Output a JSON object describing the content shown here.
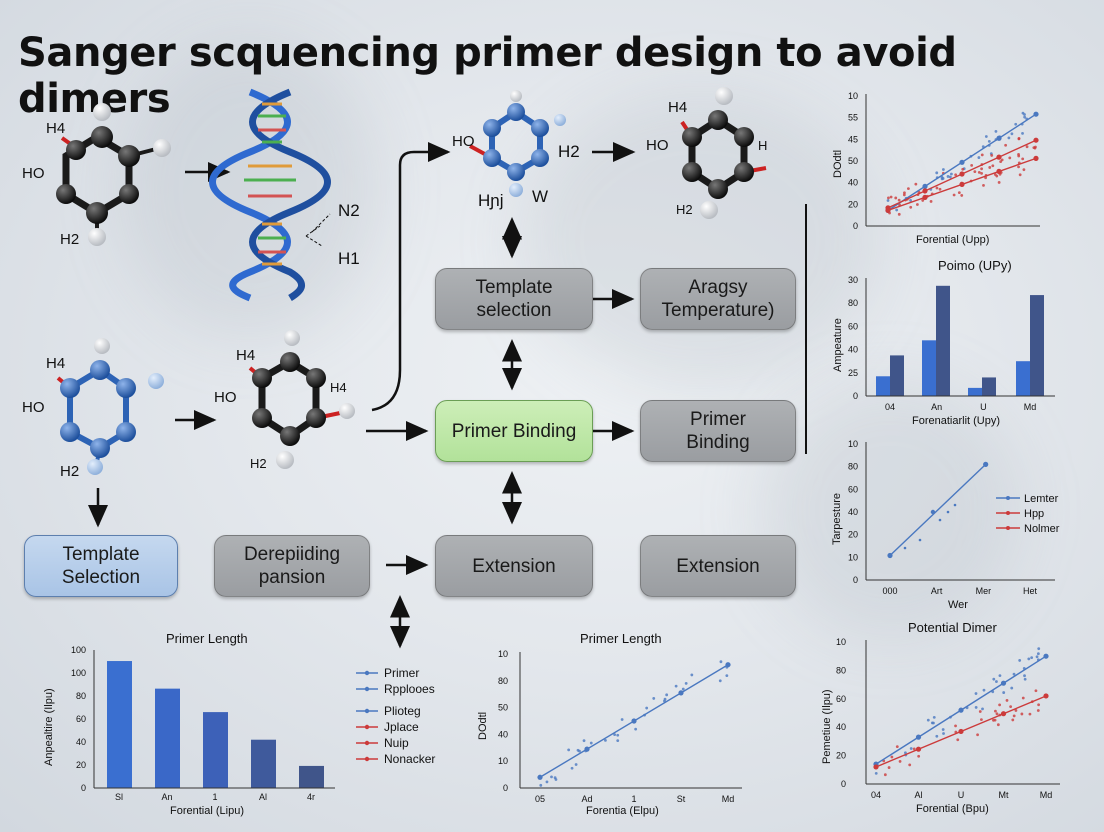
{
  "title": "Sanger scquencing primer design to avoid dimers",
  "colors": {
    "blue_series": "#4a78c0",
    "red_series": "#cc3b3b",
    "bar_blue": "#3a6fd0",
    "bar_navy": "#40558a",
    "box_gray": "#a4a7ab",
    "box_blue": "#b7cdea",
    "box_green": "#bfe8a6",
    "atom_black": "#1a1a1a",
    "atom_blue": "#2d63b5",
    "atom_white": "#f2f2f2",
    "bond_red": "#cc2222"
  },
  "molecules": {
    "m1": {
      "labels": [
        "H4",
        "HO",
        "H2"
      ]
    },
    "dna": {
      "labels": [
        "N2",
        "H1"
      ]
    },
    "m3": {
      "labels": [
        "HO",
        "H2",
        "Hɲj",
        "W"
      ]
    },
    "m4": {
      "labels": [
        "H4",
        "HO",
        "H",
        "H2"
      ]
    },
    "m5": {
      "labels": [
        "H4",
        "HO",
        "H2"
      ]
    },
    "m6": {
      "labels": [
        "H4",
        "HO",
        "H4",
        "H2"
      ]
    }
  },
  "boxes": {
    "template_selection_mid": "Template\nselection",
    "agagsy_temp": "Aragsy\nTemperature)",
    "primer_binding_green": "Primer Binding",
    "primer_binding_gray": "Primer\nBinding",
    "template_selection_left": "Template\nSelection",
    "depiiding_pansion": "Derepiiding\npansion",
    "extension_mid": "Extension",
    "extension_right": "Extension"
  },
  "chart_data": [
    {
      "id": "top_right_scatter",
      "type": "scatter",
      "title": "",
      "xlabel": "Forential (Upp)",
      "ylabel": "DOdtl",
      "ytick_labels": [
        "10",
        "55",
        "45",
        "50",
        "40",
        "20",
        "0"
      ],
      "xlim": [
        0,
        10
      ],
      "ylim": [
        0,
        100
      ],
      "series": [
        {
          "color": "#4a78c0",
          "x": [
            0,
            10
          ],
          "y": [
            12,
            86
          ]
        },
        {
          "color": "#cc3b3b",
          "x": [
            0,
            10
          ],
          "y": [
            14,
            66
          ]
        },
        {
          "color": "#cc3b3b",
          "x": [
            0,
            10
          ],
          "y": [
            12,
            52
          ]
        }
      ]
    },
    {
      "id": "mid_right_bar",
      "type": "bar",
      "title": "Poimo (UPy)",
      "xlabel": "Forenatiarlit (Upy)",
      "ylabel": "Ampeature",
      "categories": [
        "04",
        "An",
        "U",
        "Md"
      ],
      "ytick_labels": [
        "30",
        "80",
        "60",
        "40",
        "25",
        "0"
      ],
      "ylim": [
        0,
        100
      ],
      "series": [
        {
          "color": "#3a6fd0",
          "values": [
            17,
            48,
            7,
            30
          ]
        },
        {
          "color": "#40558a",
          "values": [
            35,
            95,
            16,
            87
          ]
        }
      ]
    },
    {
      "id": "lower_right_line",
      "type": "line",
      "title": "",
      "xlabel": "Wer",
      "ylabel": "Tarpesture",
      "categories": [
        "000",
        "Art",
        "Mer",
        "Het"
      ],
      "ytick_labels": [
        "10",
        "80",
        "60",
        "40",
        "20",
        "10",
        "0"
      ],
      "ylim": [
        0,
        100
      ],
      "legend": [
        "Lemter",
        "Hpp",
        "Nolmer"
      ],
      "legend_colors": [
        "#4a78c0",
        "#cc3b3b",
        "#cc3b3b"
      ],
      "series": [
        {
          "color": "#4a78c0",
          "x": [
            0,
            2.05
          ],
          "y": [
            18,
            85
          ]
        }
      ]
    },
    {
      "id": "bottom_left_bar",
      "type": "bar",
      "title": "Primer Length",
      "xlabel": "Forential (Lipu)",
      "ylabel": "Anpealtire (Ilpu)",
      "categories": [
        "Sl",
        "An",
        "1",
        "Al",
        "4r"
      ],
      "ytick_labels": [
        "100",
        "100",
        "80",
        "60",
        "40",
        "20",
        "0"
      ],
      "ylim": [
        0,
        100
      ],
      "values": [
        92,
        72,
        55,
        35,
        16
      ],
      "legend": [
        "Primer",
        "Rpplooes",
        "Plioteg",
        "Jplace",
        "Nuip",
        "Nonacker"
      ],
      "legend_colors": [
        "#4a78c0",
        "#4a78c0",
        "#4a78c0",
        "#cc3b3b",
        "#cc3b3b",
        "#cc3b3b"
      ]
    },
    {
      "id": "bottom_mid_scatter",
      "type": "scatter",
      "title": "Primer Length",
      "xlabel": "Forentia (Elpu)",
      "ylabel": "DOdtl",
      "categories": [
        "05",
        "Ad",
        "1",
        "St",
        "Md"
      ],
      "ytick_labels": [
        "10",
        "80",
        "50",
        "40",
        "10",
        "0"
      ],
      "ylim": [
        0,
        100
      ],
      "series": [
        {
          "color": "#4a78c0",
          "x": [
            0,
            10
          ],
          "y": [
            8,
            92
          ]
        }
      ]
    },
    {
      "id": "bottom_right_scatter",
      "type": "scatter",
      "title": "Potential Dimer",
      "xlabel": "Forential (Bpu)",
      "ylabel": "Pemetiue (Ilpu)",
      "categories": [
        "04",
        "Al",
        "U",
        "Mt",
        "Md"
      ],
      "ytick_labels": [
        "10",
        "80",
        "60",
        "40",
        "20",
        "0"
      ],
      "ylim": [
        0,
        100
      ],
      "series": [
        {
          "color": "#4a78c0",
          "x": [
            0,
            10
          ],
          "y": [
            14,
            90
          ]
        },
        {
          "color": "#cc3b3b",
          "x": [
            0,
            10
          ],
          "y": [
            12,
            62
          ]
        }
      ]
    }
  ]
}
